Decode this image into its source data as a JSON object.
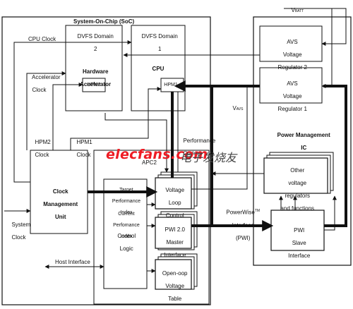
{
  "labels": {
    "soc_title": "System-On-Chip (SoC)",
    "dvfs2_line1": "DVFS Domain",
    "dvfs2_line2": "2",
    "hw_acc_line1": "Hardware",
    "hw_acc_line2": "Accelerator",
    "hpm2": "HPM2",
    "dvfs1_line1": "DVFS Domain",
    "dvfs1_line2": "1",
    "cpu": "CPU",
    "hpm1": "HPM1",
    "cpu_clock": "CPU Clock",
    "acc_clock_line1": "Accelerator",
    "acc_clock_line2": "Clock",
    "hpm2_clock_line1": "HPM2",
    "hpm2_clock_line2": "Clock",
    "hpm1_clock_line1": "HPM1",
    "hpm1_clock_line2": "Clock",
    "cmu_line1": "Clock",
    "cmu_line2": "Management",
    "cmu_line3": "Unit",
    "system_clock_line1": "System",
    "system_clock_line2": "Clock",
    "apc2": "APC2",
    "target_line1": "Target",
    "target_line2": "Performance",
    "target_line3": "Index",
    "current_line1": "Current",
    "current_line2": "Perfomance",
    "current_line3": "Index",
    "control_line1": "Control",
    "control_line2": "Logic",
    "vlc_line1": "Voltage",
    "vlc_line2": "Loop",
    "vlc_line3": "Control",
    "pwi_master_line1": "PWI 2.0",
    "pwi_master_line2": "Master",
    "pwi_master_line3": "Interface",
    "ovt_line1": "Open-oop",
    "ovt_line2": "Voltage",
    "ovt_line3": "Table",
    "host_interface": "Host Interface",
    "perf_codes_line1": "Performance",
    "perf_codes_line2": "Codes",
    "vbatt": "V",
    "vbatt_sub": "BATT",
    "vavs": "V",
    "vavs_sub": "AVS",
    "avs2_line1": "AVS",
    "avs2_line2": "Voltage",
    "avs2_line3": "Regulator 2",
    "avs1_line1": "AVS",
    "avs1_line2": "Voltage",
    "avs1_line3": "Regulator 1",
    "pmic_line1": "Power Management",
    "pmic_line2": "IC",
    "other_line1": "Other",
    "other_line2": "voltage",
    "other_line3": "regulators",
    "other_line4": "and functions",
    "powerwise_line1": "PowerWise",
    "powerwise_tm": "TM",
    "powerwise_line2": "Interface",
    "powerwise_line3": "(PWI)",
    "pwi_slave_line1": "PWI",
    "pwi_slave_line2": "Slave",
    "pwi_slave_line3": "Interface"
  },
  "watermark": {
    "text": "elecfans.com",
    "cn": "电子发烧友"
  },
  "colors": {
    "line": "#111111",
    "watermark": "#ee1c24"
  }
}
